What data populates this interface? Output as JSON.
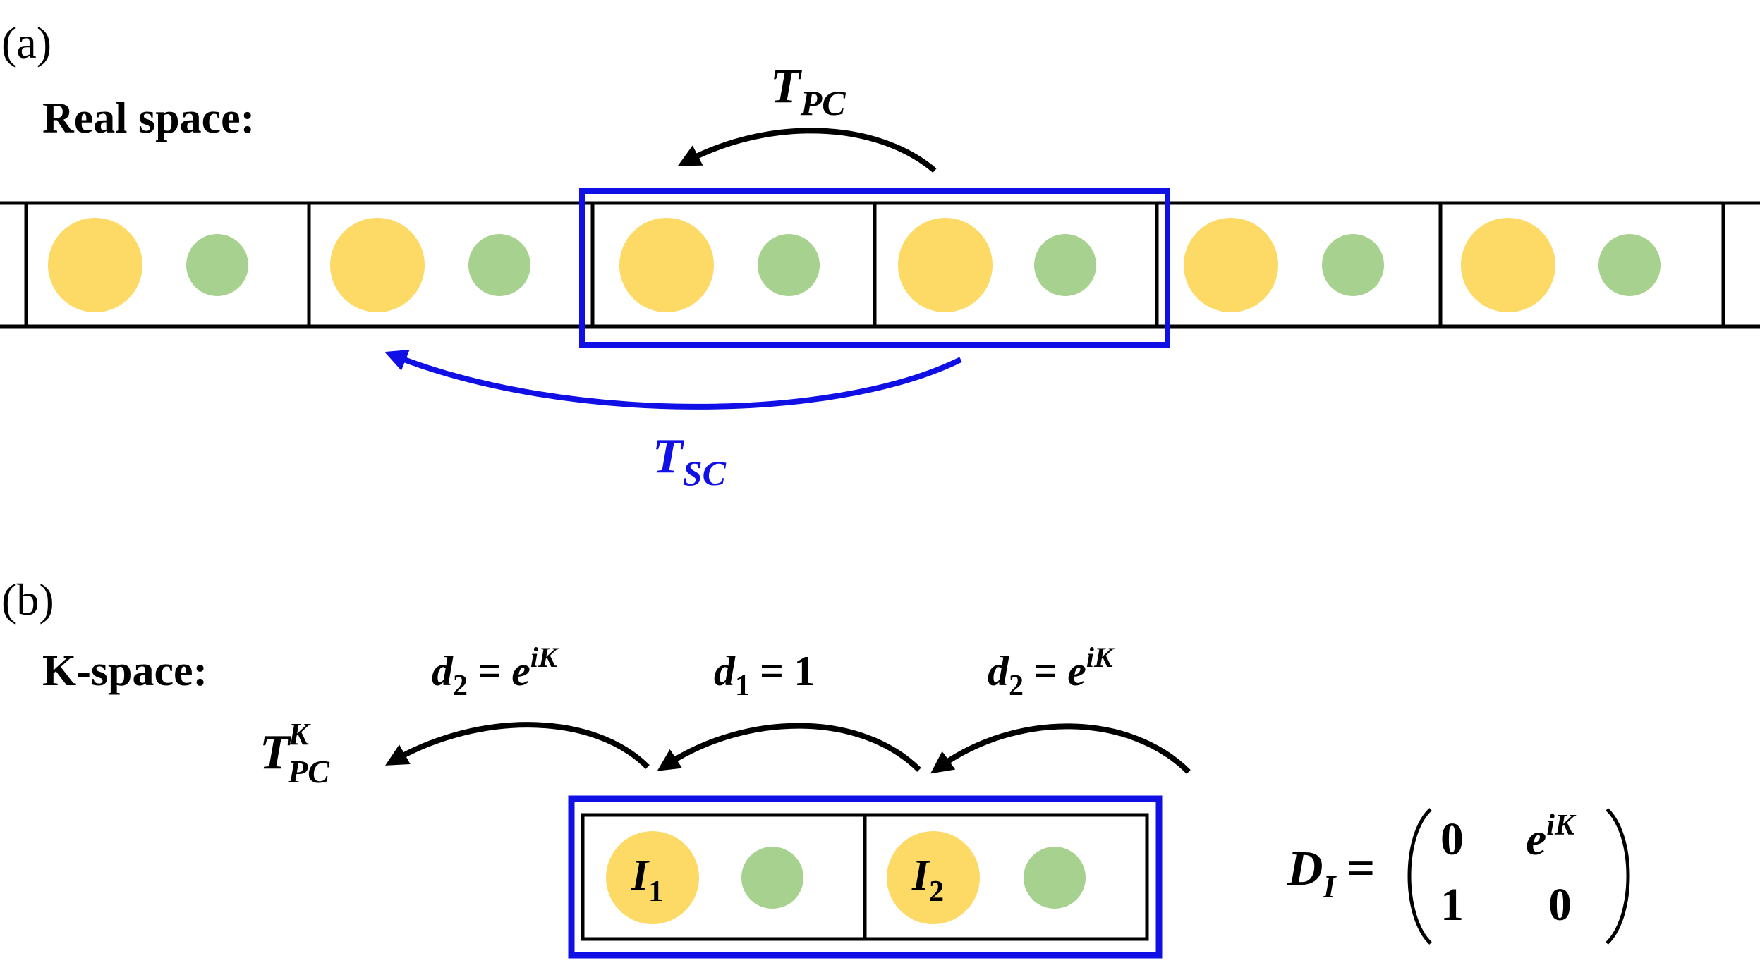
{
  "panel_a": {
    "label": "(a)",
    "heading": "Real space:",
    "t_pc": {
      "main": "T",
      "sub": "PC"
    },
    "t_sc": {
      "main": "T",
      "sub": "SC"
    },
    "cell_count": 6,
    "supercell_cells": [
      2,
      3
    ]
  },
  "panel_b": {
    "label": "(b)",
    "heading": "K-space:",
    "t_pc_k": {
      "main": "T",
      "sup": "K",
      "sub": "PC"
    },
    "hops": [
      {
        "d": "d",
        "sub": "2",
        "eq": "=",
        "e": "e",
        "exp": "iK"
      },
      {
        "d": "d",
        "sub": "1",
        "eq": "=",
        "val": "1"
      },
      {
        "d": "d",
        "sub": "2",
        "eq": "=",
        "e": "e",
        "exp": "iK"
      }
    ],
    "sites": [
      {
        "main": "I",
        "sub": "1"
      },
      {
        "main": "I",
        "sub": "2"
      }
    ],
    "matrix": {
      "name": "D",
      "sub": "I",
      "eq": "=",
      "m11": "0",
      "m12_base": "e",
      "m12_exp": "iK",
      "m21": "1",
      "m22": "0"
    }
  },
  "colors": {
    "large_atom": "#fdd965",
    "small_atom": "#a7d18e",
    "supercell_box": "#1010e6",
    "cell_line": "#000000",
    "arrow_black": "#000000",
    "arrow_blue": "#1010e6"
  }
}
